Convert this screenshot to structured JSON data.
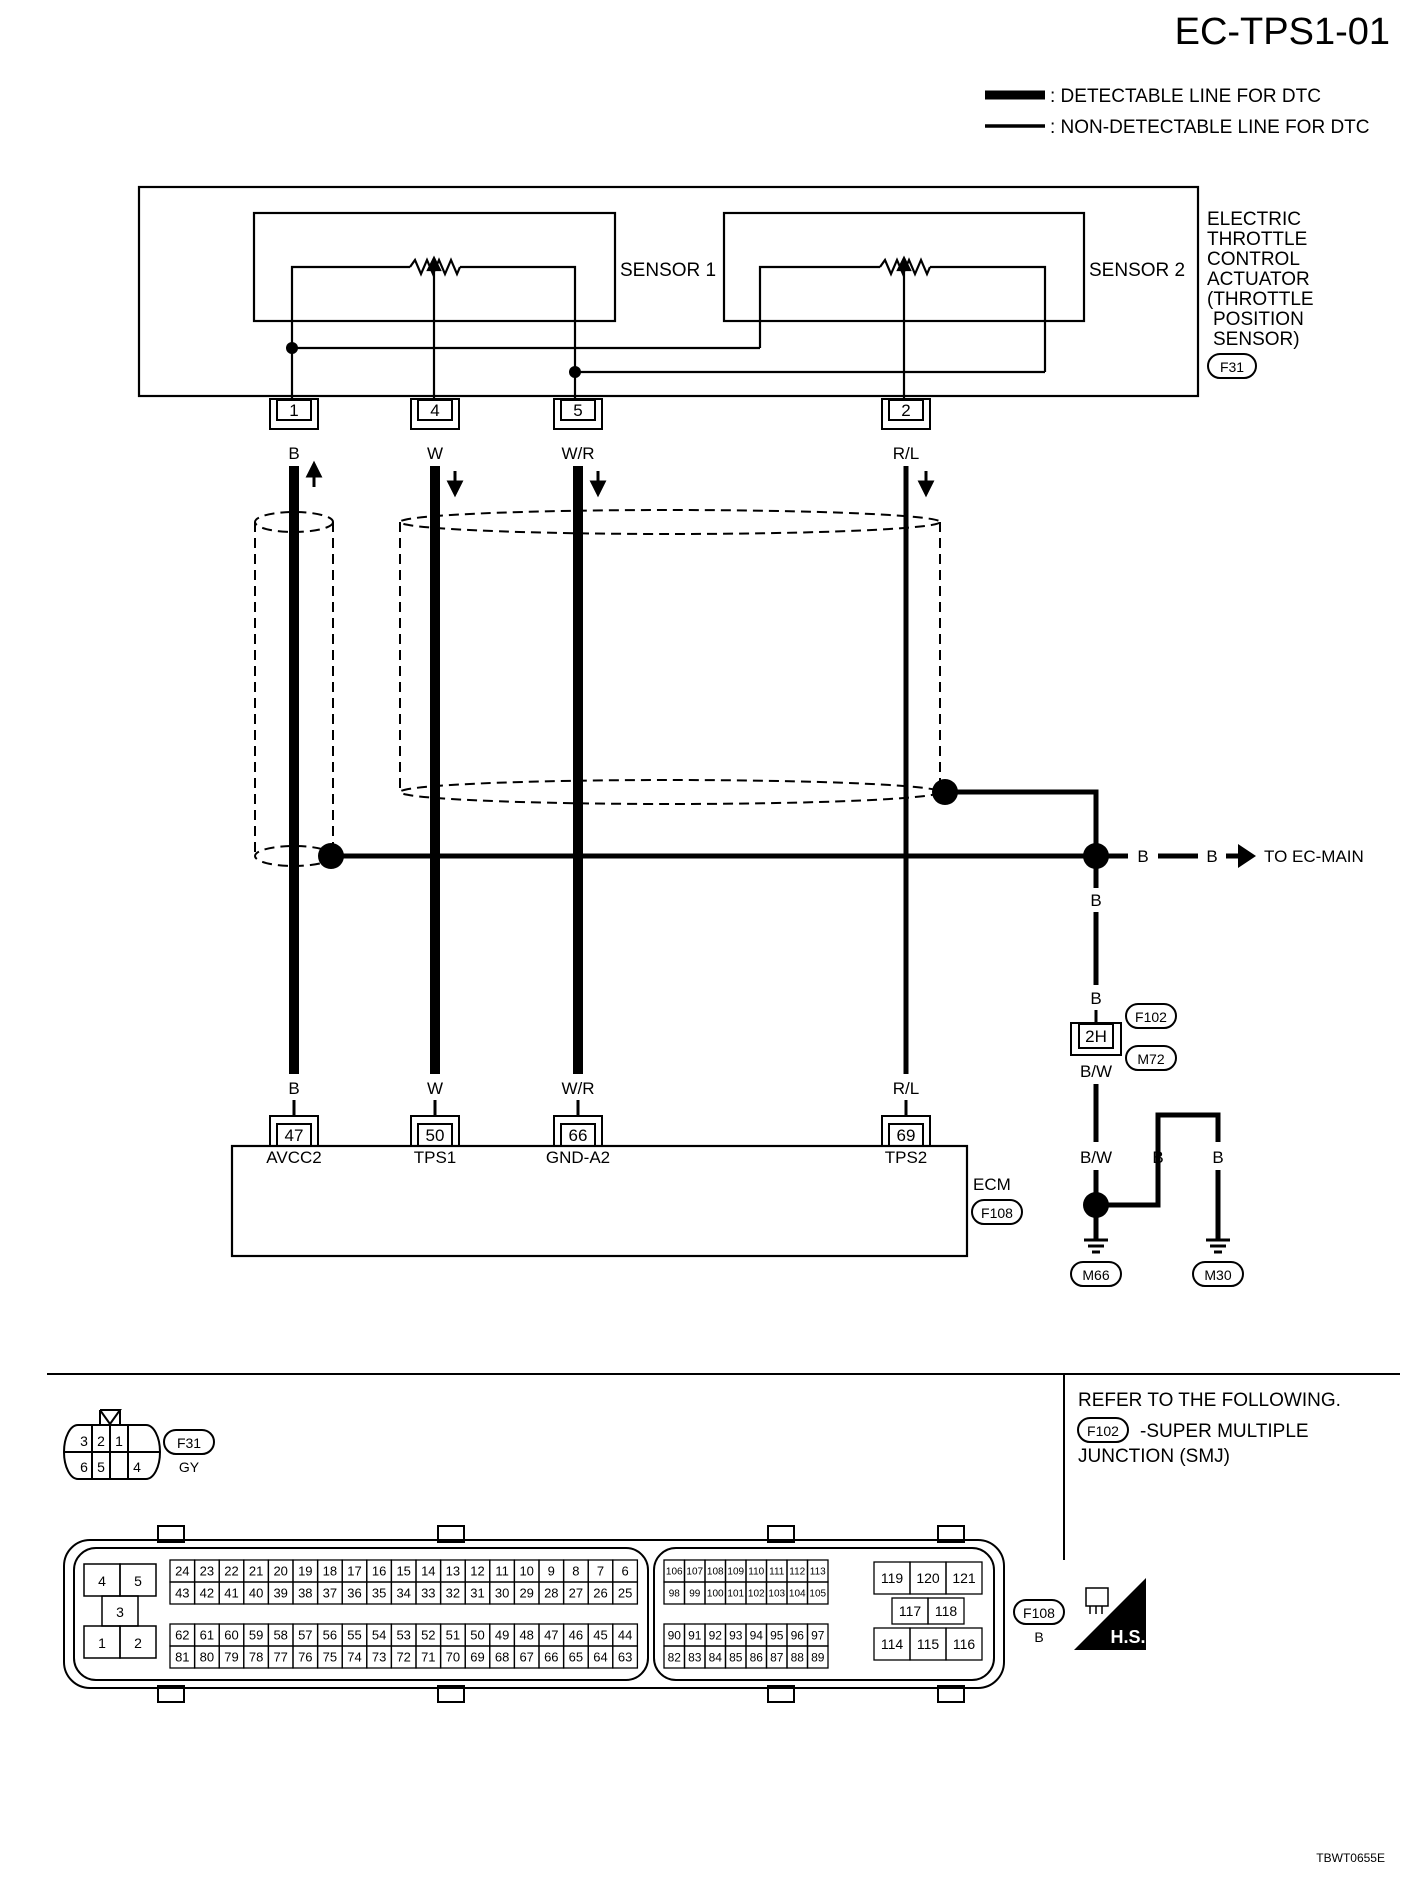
{
  "page_title": "EC-TPS1-01",
  "legend": {
    "detectable": ": DETECTABLE LINE FOR DTC",
    "non_detectable": ": NON-DETECTABLE LINE FOR DTC"
  },
  "actuator": {
    "lines": [
      "ELECTRIC",
      "THROTTLE",
      "CONTROL",
      "ACTUATOR",
      "(THROTTLE",
      "POSITION",
      "SENSOR)"
    ],
    "connector": "F31",
    "sensor1": "SENSOR 1",
    "sensor2": "SENSOR 2"
  },
  "terminals_top": [
    {
      "pin": "1",
      "color": "B"
    },
    {
      "pin": "4",
      "color": "W"
    },
    {
      "pin": "5",
      "color": "W/R"
    },
    {
      "pin": "2",
      "color": "R/L"
    }
  ],
  "terminals_bottom": [
    {
      "pin": "47",
      "color": "B",
      "name": "AVCC2"
    },
    {
      "pin": "50",
      "color": "W",
      "name": "TPS1"
    },
    {
      "pin": "66",
      "color": "W/R",
      "name": "GND-A2"
    },
    {
      "pin": "69",
      "color": "R/L",
      "name": "TPS2"
    }
  ],
  "ecm": {
    "label": "ECM",
    "connector": "F108"
  },
  "shield_line": {
    "color1": "B",
    "color2": "B",
    "to": "TO EC-MAIN",
    "down_color": "B"
  },
  "junction": {
    "pin": "2H",
    "connector_top": "F102",
    "connector_bottom": "M72",
    "color_in": "B",
    "color_out": "B/W"
  },
  "grounds": {
    "left_color": "B/W",
    "mid_color": "B",
    "right_color": "B",
    "left_ground": "M66",
    "right_ground": "M30"
  },
  "refer": {
    "title": "REFER TO THE FOLLOWING.",
    "connector": "F102",
    "text1": "-SUPER MULTIPLE",
    "text2": "JUNCTION (SMJ)"
  },
  "f31_connector": {
    "label": "F31",
    "color": "GY",
    "top_row": [
      "3",
      "2",
      "1"
    ],
    "bottom_row": [
      "6",
      "5",
      "4"
    ]
  },
  "f108_connector": {
    "label": "F108",
    "color": "B",
    "left_block": [
      "4",
      "5",
      "3",
      "1",
      "2"
    ],
    "g1_row1": [
      "24",
      "23",
      "22",
      "21",
      "20",
      "19",
      "18",
      "17",
      "16",
      "15",
      "14",
      "13",
      "12",
      "11",
      "10",
      "9",
      "8",
      "7",
      "6"
    ],
    "g1_row2": [
      "43",
      "42",
      "41",
      "40",
      "39",
      "38",
      "37",
      "36",
      "35",
      "34",
      "33",
      "32",
      "31",
      "30",
      "29",
      "28",
      "27",
      "26",
      "25"
    ],
    "g1_row3": [
      "62",
      "61",
      "60",
      "59",
      "58",
      "57",
      "56",
      "55",
      "54",
      "53",
      "52",
      "51",
      "50",
      "49",
      "48",
      "47",
      "46",
      "45",
      "44"
    ],
    "g1_row4": [
      "81",
      "80",
      "79",
      "78",
      "77",
      "76",
      "75",
      "74",
      "73",
      "72",
      "71",
      "70",
      "69",
      "68",
      "67",
      "66",
      "65",
      "64",
      "63"
    ],
    "g2_row1": [
      "106",
      "107",
      "108",
      "109",
      "110",
      "111",
      "112",
      "113"
    ],
    "g2_row2": [
      "98",
      "99",
      "100",
      "101",
      "102",
      "103",
      "104",
      "105"
    ],
    "g2_row3": [
      "90",
      "91",
      "92",
      "93",
      "94",
      "95",
      "96",
      "97"
    ],
    "g2_row4": [
      "82",
      "83",
      "84",
      "85",
      "86",
      "87",
      "88",
      "89"
    ],
    "g3_row1": [
      "119",
      "120",
      "121"
    ],
    "g3_row2": [
      "117",
      "118"
    ],
    "g3_row3": [
      "114",
      "115",
      "116"
    ]
  },
  "hs_badge": "H.S.",
  "footer_code": "TBWT0655E"
}
